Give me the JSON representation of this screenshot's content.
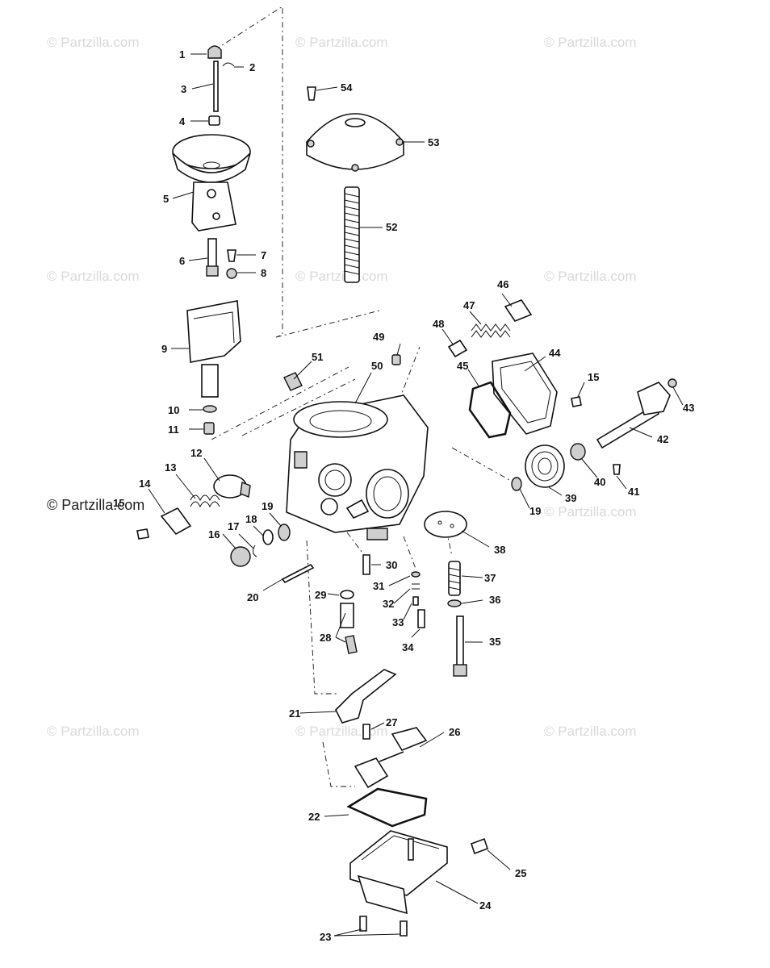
{
  "watermark": {
    "text": "© Partzilla.com",
    "foreground_text": "© Partzilla.com"
  },
  "callouts": [
    "1",
    "2",
    "3",
    "4",
    "5",
    "6",
    "7",
    "8",
    "9",
    "10",
    "11",
    "12",
    "13",
    "14",
    "15",
    "16",
    "17",
    "18",
    "19",
    "20",
    "21",
    "22",
    "23",
    "24",
    "25",
    "26",
    "27",
    "28",
    "29",
    "30",
    "31",
    "32",
    "33",
    "34",
    "35",
    "36",
    "37",
    "38",
    "39",
    "40",
    "41",
    "42",
    "43",
    "44",
    "45",
    "46",
    "47",
    "48",
    "49",
    "50",
    "51",
    "52",
    "53",
    "54"
  ],
  "extra_callouts": {
    "c15b": "15",
    "c19b": "19"
  },
  "colors": {
    "ink": "#111111",
    "watermark": "#d9d9d9",
    "background": "#ffffff"
  }
}
